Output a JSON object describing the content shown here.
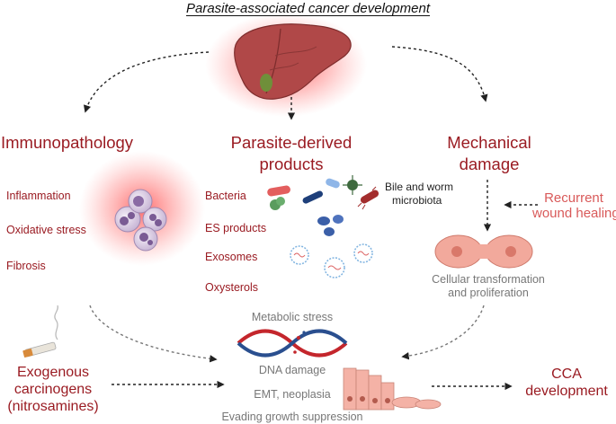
{
  "title": "Parasite-associated cancer development",
  "immunopathology": {
    "heading": "Immunopathology",
    "items": [
      "Inflammation",
      "Oxidative stress",
      "Fibrosis"
    ]
  },
  "parasite_products": {
    "heading_line1": "Parasite-derived",
    "heading_line2": "products",
    "items": [
      "Bacteria",
      "ES products",
      "Exosomes",
      "Oxysterols"
    ],
    "bile_line1": "Bile and worm",
    "bile_line2": "microbiota"
  },
  "mechanical": {
    "heading_line1": "Mechanical",
    "heading_line2": "damage",
    "recurrent_line1": "Recurrent",
    "recurrent_line2": "wound healing",
    "cellular_line1": "Cellular transformation",
    "cellular_line2": "and proliferation"
  },
  "exogenous": {
    "line1": "Exogenous",
    "line2": "carcinogens",
    "line3": "(nitrosamines)"
  },
  "center": {
    "metabolic": "Metabolic stress",
    "dna": "DNA damage",
    "emt": "EMT, neoplasia",
    "evading": "Evading growth suppression"
  },
  "outcome": {
    "line1": "CCA",
    "line2": "development"
  },
  "colors": {
    "heading": "#9a1b22",
    "pink_text": "#d95a5a",
    "gray_text": "#777777",
    "dna_red": "#c4262c",
    "dna_blue": "#2a4f8f"
  }
}
